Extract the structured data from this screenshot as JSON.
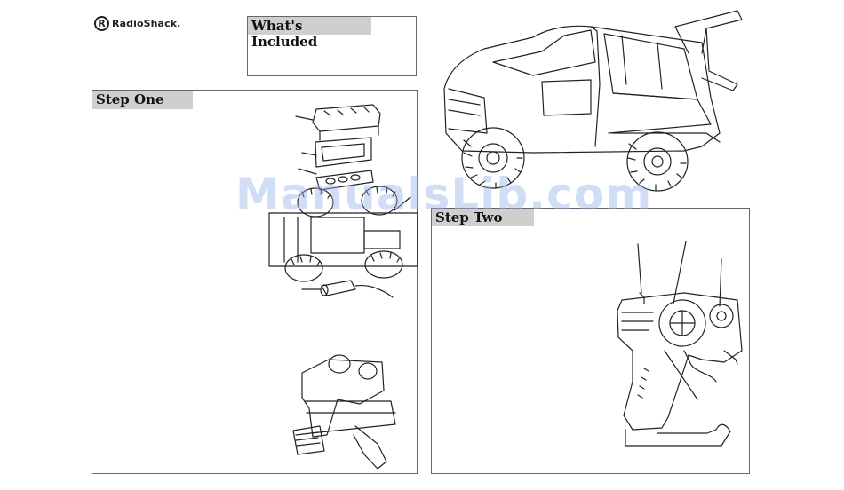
{
  "brand": {
    "logo_mark": "R",
    "name": "RadioShack."
  },
  "panels": {
    "included": {
      "heading": "What's Included"
    },
    "step_one": {
      "heading": "Step One"
    },
    "step_two": {
      "heading": "Step Two"
    }
  },
  "watermark": "ManualsLib.com",
  "colors": {
    "line": "#222222",
    "heading_bg": "#cfcfcf",
    "watermark": "#96b4e6"
  },
  "icons": [
    "rc-truck-illustration",
    "parts-exploded-illustration",
    "transmitter-illustration"
  ]
}
